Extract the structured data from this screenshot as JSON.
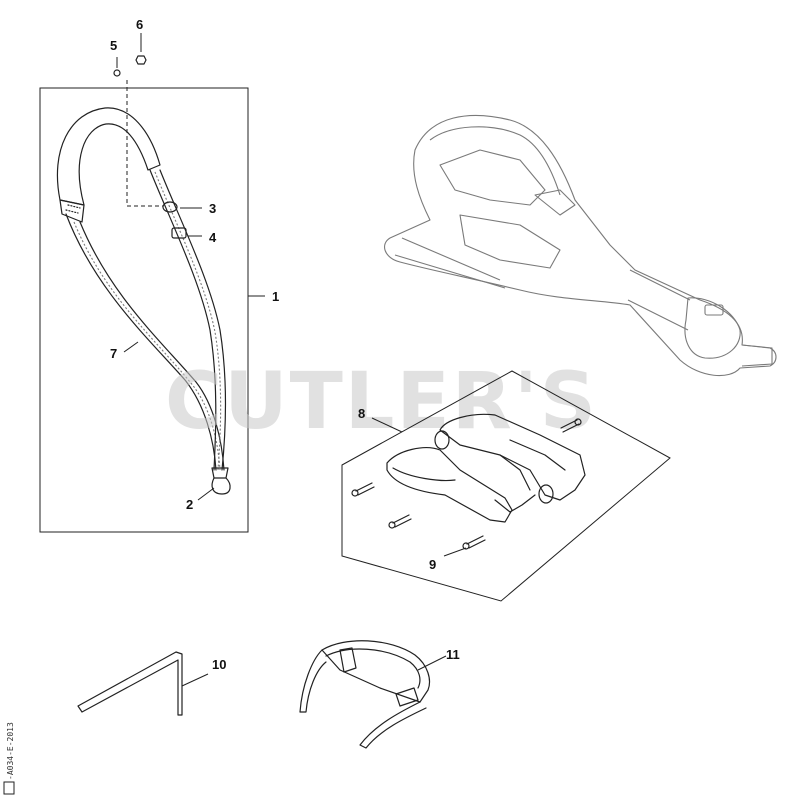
{
  "watermark": "CUTLER'S",
  "drawing_code": "-A034-E-2013",
  "callouts": {
    "c1": "1",
    "c2": "2",
    "c3": "3",
    "c4": "4",
    "c5": "5",
    "c6": "6",
    "c7": "7",
    "c8": "8",
    "c9": "9",
    "c10": "10",
    "c11": "11"
  },
  "colors": {
    "line": "#222222",
    "housing_grey": "#7a7a7a",
    "watermark": "#c9c9c9"
  },
  "icons": [
    "harness-strap-icon",
    "trimmer-housing-icon",
    "loop-handle-icon",
    "allen-key-icon",
    "safety-glasses-icon"
  ]
}
